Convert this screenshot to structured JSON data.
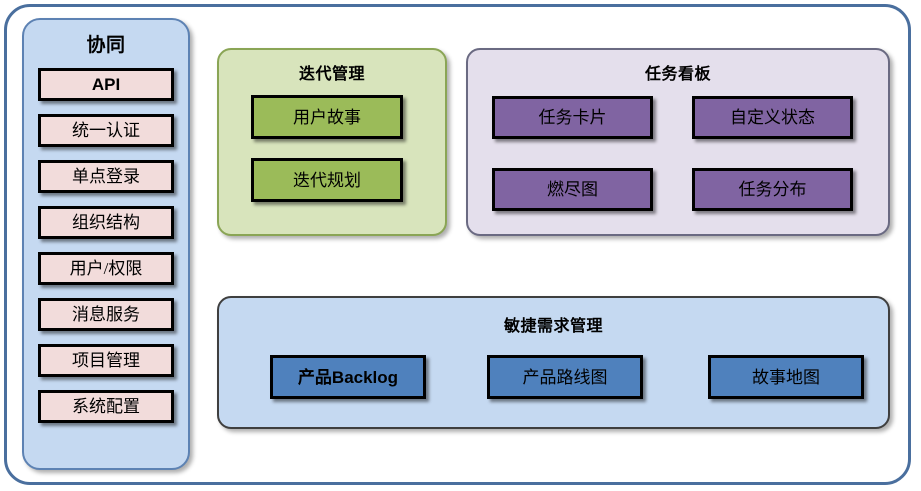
{
  "diagram": {
    "title_semantic": "agile-platform-architecture",
    "colors": {
      "frame_border": "#4a6f9e",
      "sidebar_panel_bg": "#c5d9f1",
      "pink_box_bg": "#f2dcdb",
      "iteration_panel_bg": "#d8e4bc",
      "green_box_bg": "#9bbb59",
      "taskboard_panel_bg": "#e4dfec",
      "purple_box_bg": "#8064a2",
      "agile_panel_bg": "#c5d9f1",
      "blue_box_bg": "#4f81bd",
      "box_border": "#000000"
    }
  },
  "sidebar": {
    "title": "协同",
    "items": [
      {
        "label": "API",
        "style": "sans"
      },
      {
        "label": "统一认证",
        "style": "serif"
      },
      {
        "label": "单点登录",
        "style": "serif"
      },
      {
        "label": "组织结构",
        "style": "serif"
      },
      {
        "label": "用户/权限",
        "style": "serif"
      },
      {
        "label": "消息服务",
        "style": "serif"
      },
      {
        "label": "项目管理",
        "style": "serif"
      },
      {
        "label": "系统配置",
        "style": "serif"
      }
    ]
  },
  "iteration": {
    "title": "迭代管理",
    "items": [
      {
        "label": "用户故事"
      },
      {
        "label": "迭代规划"
      }
    ]
  },
  "taskboard": {
    "title": "任务看板",
    "items": [
      {
        "label": "任务卡片"
      },
      {
        "label": "自定义状态"
      },
      {
        "label": "燃尽图"
      },
      {
        "label": "任务分布"
      }
    ]
  },
  "agile": {
    "title": "敏捷需求管理",
    "items": [
      {
        "label": "产品Backlog"
      },
      {
        "label": "产品路线图"
      },
      {
        "label": "故事地图"
      }
    ]
  }
}
